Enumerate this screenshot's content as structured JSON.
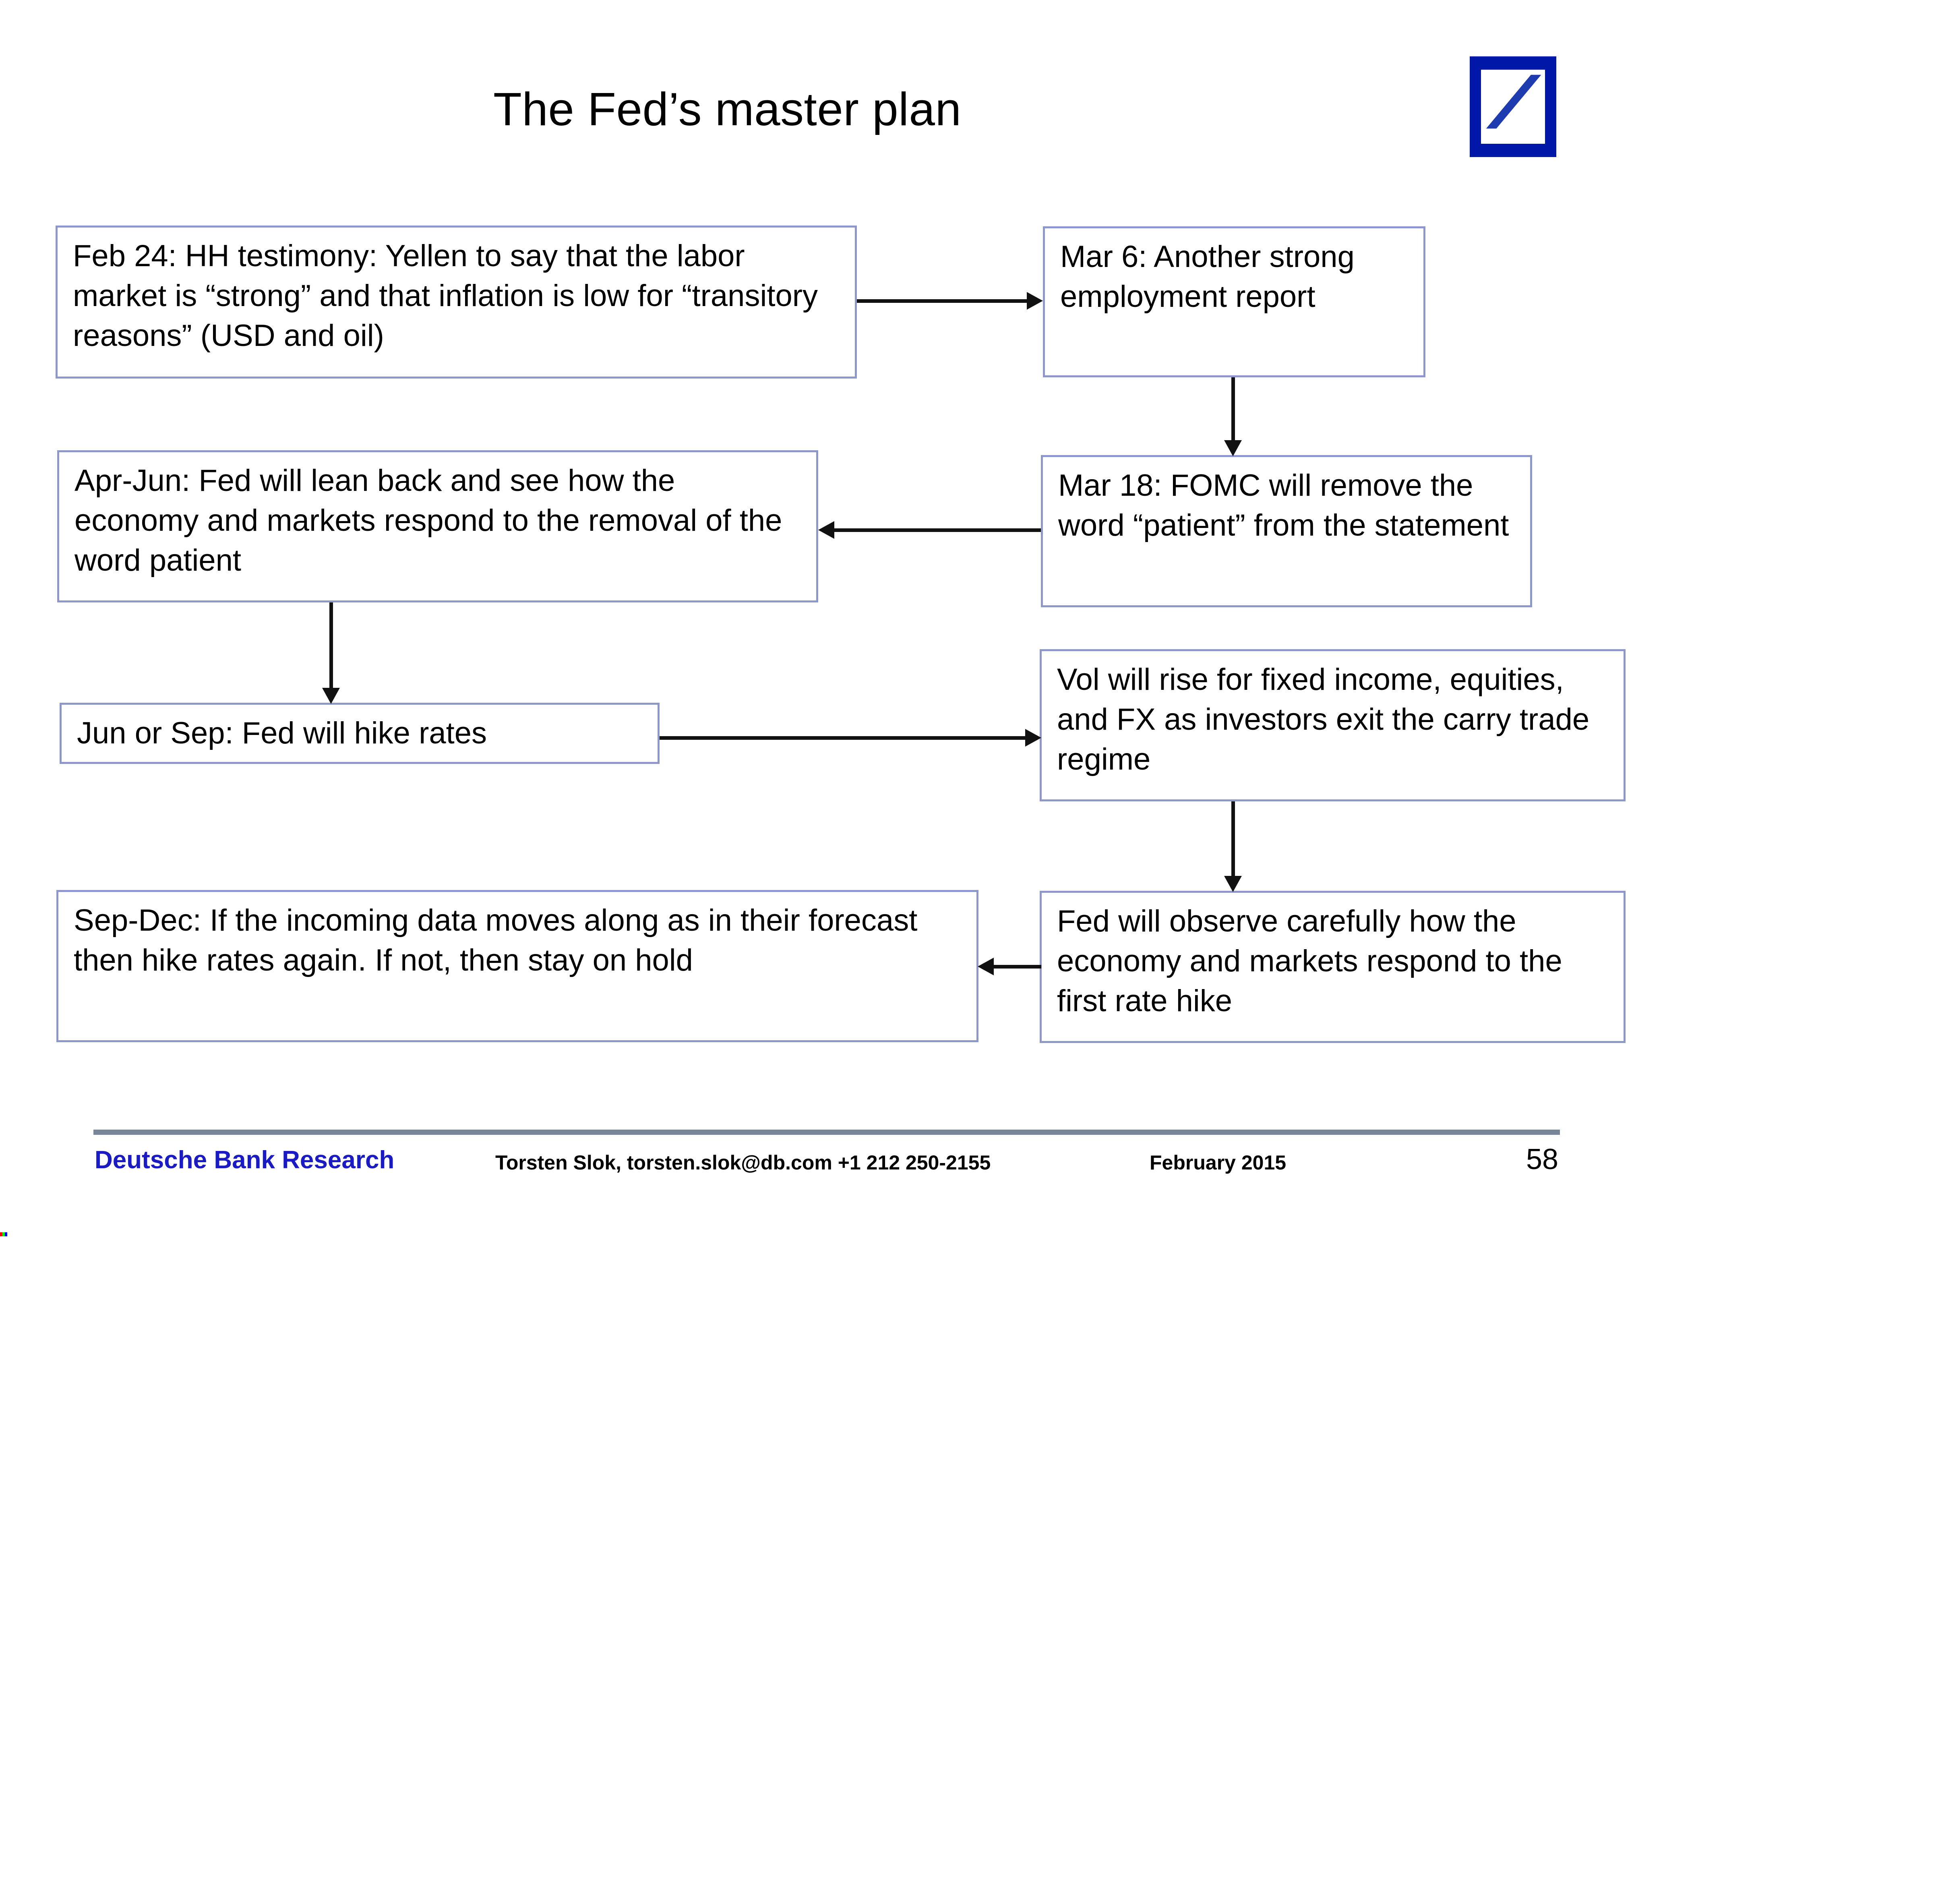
{
  "title": "The Fed’s master plan",
  "logo": {
    "name": "deutsche-bank-logo",
    "frame_color": "#0018a8",
    "slash_color": "#1f3bb0"
  },
  "colors": {
    "box_border": "#8d97c9",
    "box_fill": "#ffffff",
    "arrow": "#111111",
    "footer_rule": "#79869a",
    "brand_blue": "#1b1bc4"
  },
  "diagram": {
    "boxes": [
      {
        "id": "feb24",
        "text": "Feb 24: HH testimony: Yellen to say that the labor market is “strong” and that inflation is low for “transitory reasons” (USD and oil)"
      },
      {
        "id": "mar6",
        "text": "Mar 6: Another strong employment report"
      },
      {
        "id": "aprjun",
        "text": "Apr-Jun: Fed will lean back and see how the economy and markets respond to the removal of the word patient"
      },
      {
        "id": "mar18",
        "text": "Mar 18: FOMC will remove the word “patient” from the statement"
      },
      {
        "id": "junsep",
        "text": "Jun or Sep: Fed will hike rates"
      },
      {
        "id": "vol",
        "text": "Vol will rise for fixed income, equities, and FX as investors exit the carry trade regime"
      },
      {
        "id": "sepdec",
        "text": "Sep-Dec: If the incoming data moves along as in their forecast then hike rates again. If not, then stay on hold"
      },
      {
        "id": "observe",
        "text": "Fed will observe carefully how the economy and markets respond to the first rate hike"
      }
    ],
    "connectors": [
      {
        "from": "feb24",
        "to": "mar6",
        "direction": "right"
      },
      {
        "from": "mar6",
        "to": "mar18",
        "direction": "down"
      },
      {
        "from": "mar18",
        "to": "aprjun",
        "direction": "left"
      },
      {
        "from": "aprjun",
        "to": "junsep",
        "direction": "down"
      },
      {
        "from": "junsep",
        "to": "vol",
        "direction": "right"
      },
      {
        "from": "vol",
        "to": "observe",
        "direction": "down"
      },
      {
        "from": "observe",
        "to": "sepdec",
        "direction": "left"
      }
    ]
  },
  "footer": {
    "brand": "Deutsche Bank Research",
    "contact": "Torsten Slok, torsten.slok@db.com  +1 212 250-2155",
    "date": "February 2015",
    "page_number": "58"
  }
}
